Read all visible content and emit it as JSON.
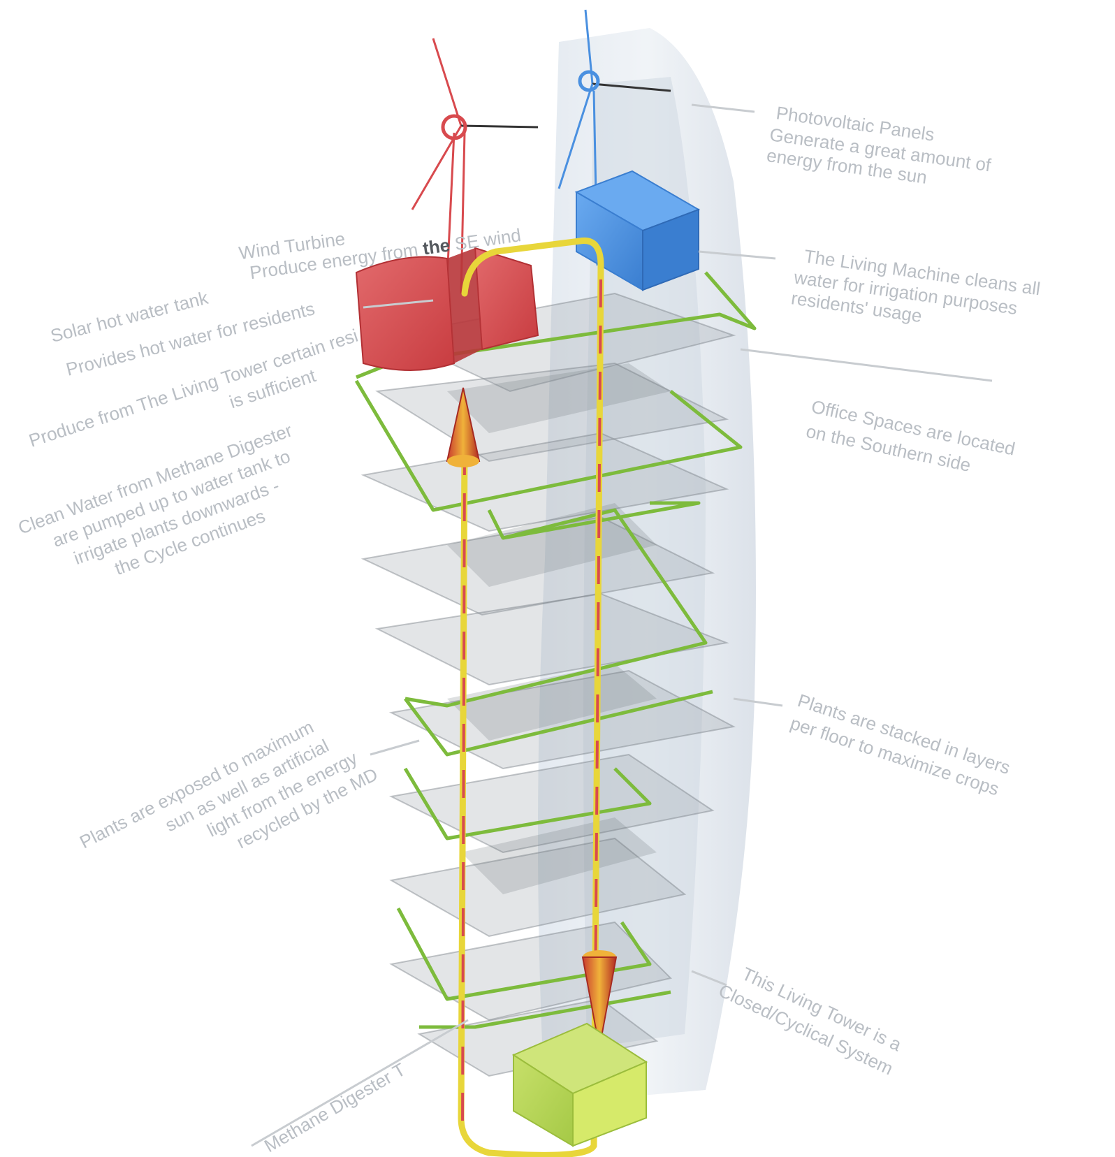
{
  "colors": {
    "wind_turbine_red": "#d84a4e",
    "pv_blue": "#4a90e0",
    "methane_digester_green": "#b9d95a",
    "irrigation_green": "#7dbb3c",
    "pipe_yellow": "#e8d63a",
    "label_grey": "#b9bec4"
  },
  "labels": {
    "wind_turbine": {
      "title": "Wind Turbine",
      "line2_prefix": "Produce energy from ",
      "line2_emphasis": "the",
      "line2_suffix": " SE wind"
    },
    "solar_hot_water": {
      "line1": "Solar hot water tank",
      "line2": "Provides hot water for residents"
    },
    "produce": {
      "line1": "Produce from The Living Tower certain resi",
      "line2": "is sufficient"
    },
    "clean_water": {
      "line1": "Clean Water from Methane Digester",
      "line2": "are pumped up to water tank to",
      "line3": "irrigate plants downwards -",
      "line4": "the Cycle continues"
    },
    "plants_exposed": {
      "line1": "Plants are exposed to maximum",
      "line2": "sun as well as artificial",
      "line3": "light from the energy",
      "line4": "recycled by the MD"
    },
    "methane_digester": {
      "line1": "Methane Digester T"
    },
    "photovoltaic": {
      "line1": "Photovoltaic Panels",
      "line2": "Generate a great amount of",
      "line3": "energy from the sun"
    },
    "living_machine": {
      "line1": "The Living Machine cleans all",
      "line2": "water for irrigation purposes",
      "line3": "residents' usage"
    },
    "office_spaces": {
      "line1": "Office Spaces are located",
      "line2": "on the Southern side"
    },
    "plants_stacked": {
      "line1": "Plants are stacked in layers",
      "line2": "per floor to maximize crops"
    },
    "closed_system": {
      "line1": "This Living Tower is a",
      "line2": "Closed/Cyclical System"
    }
  }
}
